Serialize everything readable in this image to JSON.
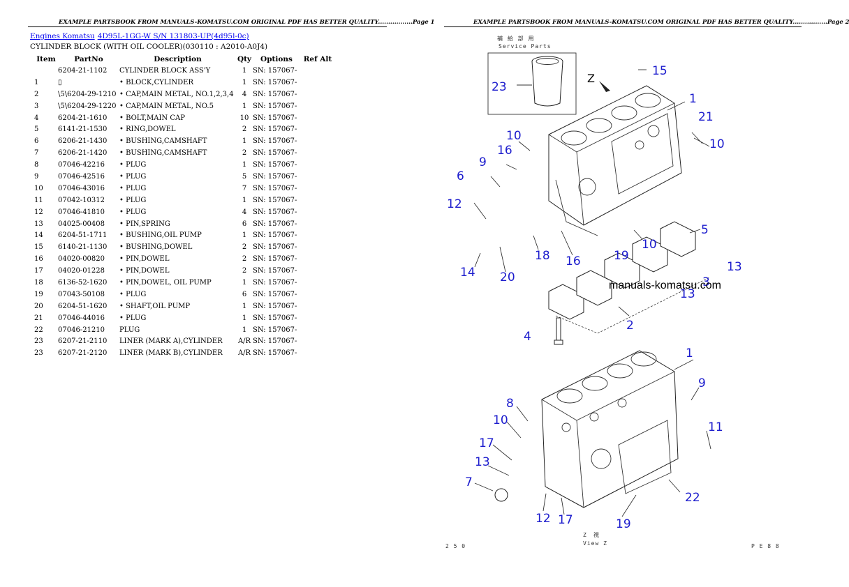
{
  "page1": {
    "header": "EXAMPLE PARTSBOOK FROM MANUALS-KOMATSU.COM ORIGINAL PDF HAS BETTER QUALITY.................Page 1"
  },
  "page2": {
    "header": "EXAMPLE PARTSBOOK FROM MANUALS-KOMATSU.COM ORIGINAL PDF HAS BETTER QUALITY.................Page 2"
  },
  "breadcrumb": {
    "link1": "Engines Komatsu",
    "link2": "4D95L-1GG-W S/N 131803-UP(4d95l-0c)"
  },
  "subtitle": "CYLINDER BLOCK (WITH OIL COOLER)(030110 : A2010-A0J4)",
  "table": {
    "headers": [
      "Item",
      "PartNo",
      "Description",
      "Qty",
      "Options",
      "Ref Alt"
    ],
    "rows": [
      [
        "",
        "6204-21-1102",
        "CYLINDER BLOCK ASS'Y",
        "1",
        "SN: 157067-",
        ""
      ],
      [
        "1",
        "▯",
        "• BLOCK,CYLINDER",
        "1",
        "SN: 157067-",
        ""
      ],
      [
        "2",
        "\\5\\6204-29-1210",
        "• CAP,MAIN METAL, NO.1,2,3,4",
        "4",
        "SN: 157067-",
        ""
      ],
      [
        "3",
        "\\5\\6204-29-1220",
        "• CAP,MAIN METAL, NO.5",
        "1",
        "SN: 157067-",
        ""
      ],
      [
        "4",
        "6204-21-1610",
        "• BOLT,MAIN CAP",
        "10",
        "SN: 157067-",
        ""
      ],
      [
        "5",
        "6141-21-1530",
        "• RING,DOWEL",
        "2",
        "SN: 157067-",
        ""
      ],
      [
        "6",
        "6206-21-1430",
        "• BUSHING,CAMSHAFT",
        "1",
        "SN: 157067-",
        ""
      ],
      [
        "7",
        "6206-21-1420",
        "• BUSHING,CAMSHAFT",
        "2",
        "SN: 157067-",
        ""
      ],
      [
        "8",
        "07046-42216",
        "• PLUG",
        "1",
        "SN: 157067-",
        ""
      ],
      [
        "9",
        "07046-42516",
        "• PLUG",
        "5",
        "SN: 157067-",
        ""
      ],
      [
        "10",
        "07046-43016",
        "• PLUG",
        "7",
        "SN: 157067-",
        ""
      ],
      [
        "11",
        "07042-10312",
        "• PLUG",
        "1",
        "SN: 157067-",
        ""
      ],
      [
        "12",
        "07046-41810",
        "• PLUG",
        "4",
        "SN: 157067-",
        ""
      ],
      [
        "13",
        "04025-00408",
        "• PIN,SPRING",
        "6",
        "SN: 157067-",
        ""
      ],
      [
        "14",
        "6204-51-1711",
        "• BUSHING,OIL PUMP",
        "1",
        "SN: 157067-",
        ""
      ],
      [
        "15",
        "6140-21-1130",
        "• BUSHING,DOWEL",
        "2",
        "SN: 157067-",
        ""
      ],
      [
        "16",
        "04020-00820",
        "• PIN,DOWEL",
        "2",
        "SN: 157067-",
        ""
      ],
      [
        "17",
        "04020-01228",
        "• PIN,DOWEL",
        "2",
        "SN: 157067-",
        ""
      ],
      [
        "18",
        "6136-52-1620",
        "• PIN,DOWEL, OIL PUMP",
        "1",
        "SN: 157067-",
        ""
      ],
      [
        "19",
        "07043-50108",
        "• PLUG",
        "6",
        "SN: 157067-",
        ""
      ],
      [
        "20",
        "6204-51-1620",
        "• SHAFT,OIL PUMP",
        "1",
        "SN: 157067-",
        ""
      ],
      [
        "21",
        "07046-44016",
        "• PLUG",
        "1",
        "SN: 157067-",
        ""
      ],
      [
        "22",
        "07046-21210",
        "PLUG",
        "1",
        "SN: 157067-",
        ""
      ],
      [
        "23",
        "6207-21-2110",
        "LINER (MARK A),CYLINDER",
        "A/R",
        "SN: 157067-",
        ""
      ],
      [
        "23",
        "6207-21-2120",
        "LINER (MARK B),CYLINDER",
        "A/R",
        "SN: 157067-",
        ""
      ]
    ]
  },
  "diagram": {
    "service_parts_jp": "補 給 部 用",
    "service_parts": "Service Parts",
    "view_label": "Z",
    "view_jp": "Z　視",
    "view_caption": "View Z",
    "page_code_left": "2 5 0",
    "page_code_right": "P E 8 8",
    "watermark": "manuals-komatsu.com",
    "callouts_top": [
      "23",
      "15",
      "1",
      "21",
      "10",
      "10",
      "16",
      "9",
      "6",
      "12",
      "5",
      "19",
      "10",
      "13",
      "18",
      "16",
      "14",
      "20",
      "3",
      "13",
      "2",
      "4"
    ],
    "callouts_bottom": [
      "1",
      "9",
      "8",
      "10",
      "11",
      "17",
      "13",
      "7",
      "22",
      "12",
      "17",
      "19"
    ]
  }
}
